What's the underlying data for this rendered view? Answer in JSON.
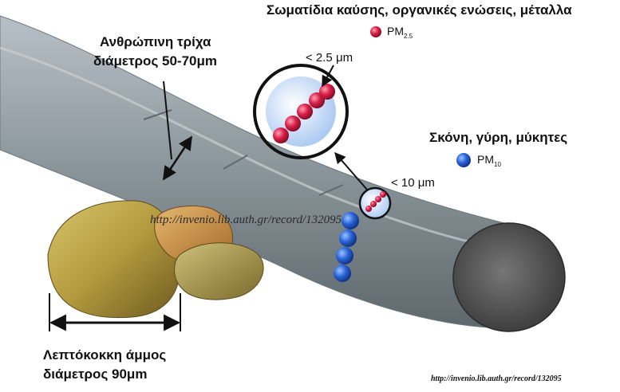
{
  "labels": {
    "title_fine": "Σωματίδια καύσης, οργανικές ενώσεις, μέταλλα",
    "pm25_legend": "PM",
    "pm25_sub": "2.5",
    "lt25": "< 2.5 μm",
    "hair_line1": "Ανθρώπινη τρίχα",
    "hair_line2": "διάμετρος 50-70μm",
    "coarse_title": "Σκόνη, γύρη, μύκητες",
    "pm10_legend": "PM",
    "pm10_sub": "10",
    "lt10": "< 10 μm",
    "sand_line1": "Λεπτόκοκκη άμμος",
    "sand_line2": "διάμετρος  90μm"
  },
  "watermarks": {
    "center": "http://invenio.lib.auth.gr/record/132095",
    "corner": "http://invenio.lib.auth.gr/record/132095"
  },
  "colors": {
    "pm25": "#d2193c",
    "pm10": "#1f5fd6",
    "hair": "#8c989f",
    "sand": "#b9a44a"
  }
}
